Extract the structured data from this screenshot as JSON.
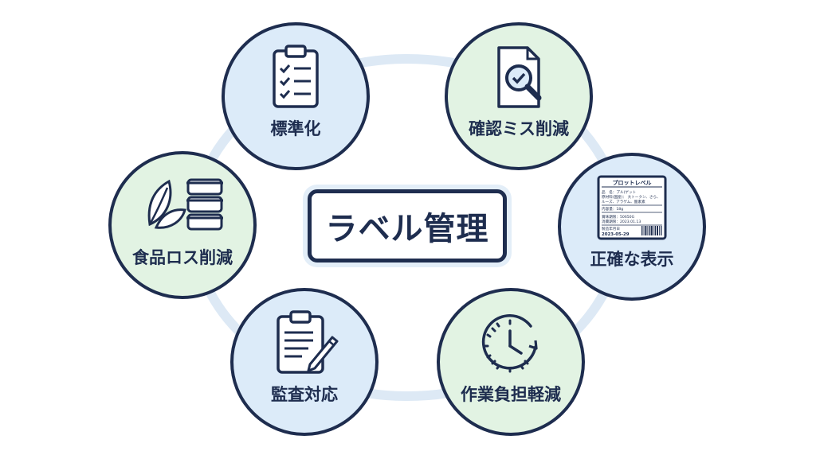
{
  "center": {
    "title": "ラベル管理"
  },
  "nodes": [
    {
      "id": "standardization",
      "label": "標準化",
      "icon": "clipboard-checklist-icon",
      "fill": "blue"
    },
    {
      "id": "check-error-reduction",
      "label": "確認ミス削減",
      "icon": "document-magnifier-check-icon",
      "fill": "green"
    },
    {
      "id": "food-loss-reduction",
      "label": "食品ロス削減",
      "icon": "leaf-containers-icon",
      "fill": "green"
    },
    {
      "id": "accurate-display",
      "label": "正確な表示",
      "icon": "product-label-icon",
      "fill": "blue"
    },
    {
      "id": "audit-response",
      "label": "監査対応",
      "icon": "clipboard-pen-icon",
      "fill": "blue"
    },
    {
      "id": "workload-reduction",
      "label": "作業負担軽減",
      "icon": "clock-icon",
      "fill": "green"
    }
  ],
  "product_label": {
    "title": "プロットレベル",
    "lines": [
      "品　名：プル(ゲット",
      "原材料(国産)：  大トークン、さら、",
      "ルーズ、アラゲム、酸素素",
      "内容量：18g",
      "賞味期限：50650G",
      "消費期限：2023.01.13"
    ],
    "date_label": "製造年月日",
    "date": "2023-05-29"
  },
  "colors": {
    "navy": "#1e2d4f",
    "blue_fill": "#dcebf9",
    "green_fill": "#e2f3e3",
    "ring": "#dde9f5"
  }
}
